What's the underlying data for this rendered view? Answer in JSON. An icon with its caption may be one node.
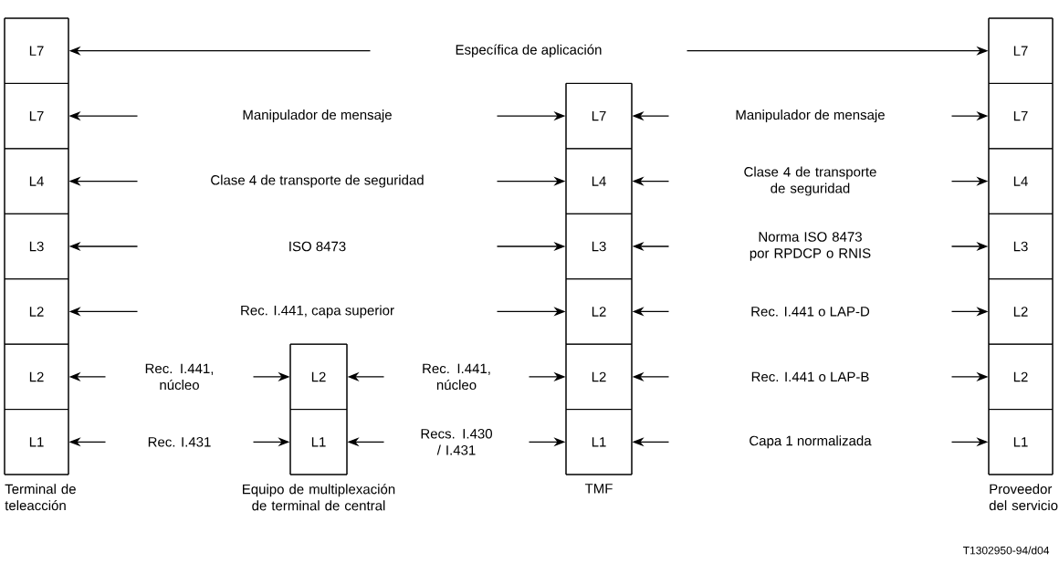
{
  "diagram": {
    "nodes": [
      {
        "text": [
          "Terminal de teleacción"
        ]
      },
      {
        "text": [
          "L7"
        ],
        "in": 0
      },
      {
        "text": [
          "L7"
        ],
        "in": 0
      },
      {
        "text": [
          "L4"
        ],
        "in": 0
      },
      {
        "text": [
          "L3"
        ],
        "in": 0
      },
      {
        "text": [
          "L2"
        ],
        "in": 0
      },
      {
        "text": [
          "L2"
        ],
        "in": 0
      },
      {
        "text": [
          "L1"
        ],
        "in": 0
      },
      {
        "text": [
          "Equipo de multiplexación de terminal de central"
        ]
      },
      {
        "text": [
          "L2"
        ],
        "in": 8
      },
      {
        "text": [
          "L1"
        ],
        "in": 8
      },
      {
        "text": [
          "TMF"
        ]
      },
      {
        "text": [
          "L7"
        ],
        "in": 11
      },
      {
        "text": [
          "L4"
        ],
        "in": 11
      },
      {
        "text": [
          "L3"
        ],
        "in": 11
      },
      {
        "text": [
          "L2"
        ],
        "in": 11
      },
      {
        "text": [
          "L2"
        ],
        "in": 11
      },
      {
        "text": [
          "L1"
        ],
        "in": 11
      },
      {
        "text": [
          "Proveedor del servicio"
        ]
      },
      {
        "text": [
          "L7"
        ],
        "in": 18
      },
      {
        "text": [
          "L7"
        ],
        "in": 18
      },
      {
        "text": [
          "L4"
        ],
        "in": 18
      },
      {
        "text": [
          "L3"
        ],
        "in": 18
      },
      {
        "text": [
          "L2"
        ],
        "in": 18
      },
      {
        "text": [
          "L2"
        ],
        "in": 18
      },
      {
        "text": [
          "L1"
        ],
        "in": 18
      }
    ],
    "edges": [
      {
        "from": 1,
        "to": 19,
        "arrow": "both",
        "label": "Específica de aplicación"
      },
      {
        "from": 2,
        "to": 12,
        "arrow": "both",
        "label": "Manipulador de mensaje"
      },
      {
        "from": 12,
        "to": 20,
        "arrow": "both",
        "label": "Manipulador de mensaje"
      },
      {
        "from": 3,
        "to": 13,
        "arrow": "both",
        "label": "Clase 4 de transporte de seguridad"
      },
      {
        "from": 13,
        "to": 21,
        "arrow": "both",
        "label": "Clase 4 de transporte de seguridad"
      },
      {
        "from": 4,
        "to": 14,
        "arrow": "both",
        "label": "ISO 8473"
      },
      {
        "from": 14,
        "to": 22,
        "arrow": "both",
        "label": "Norma ISO 8473 por RPDCP o RNIS"
      },
      {
        "from": 5,
        "to": 15,
        "arrow": "both",
        "label": "Rec. I.441, capa superior"
      },
      {
        "from": 15,
        "to": 23,
        "arrow": "both",
        "label": "Rec. I.441 o LAP-D"
      },
      {
        "from": 6,
        "to": 9,
        "arrow": "both",
        "label": "Rec. I.441, núcleo"
      },
      {
        "from": 9,
        "to": 16,
        "arrow": "both",
        "label": "Rec. I.441, núcleo"
      },
      {
        "from": 16,
        "to": 24,
        "arrow": "both",
        "label": "Rec. I.441 o LAP-B"
      },
      {
        "from": 7,
        "to": 10,
        "arrow": "both",
        "label": "Rec. I.431"
      },
      {
        "from": 10,
        "to": 17,
        "arrow": "both",
        "label": "Recs. I.430 / I.431"
      },
      {
        "from": 17,
        "to": 25,
        "arrow": "both",
        "label": "Capa 1 normalizada"
      }
    ],
    "labels": [
      "T1302950-94/d04"
    ]
  }
}
